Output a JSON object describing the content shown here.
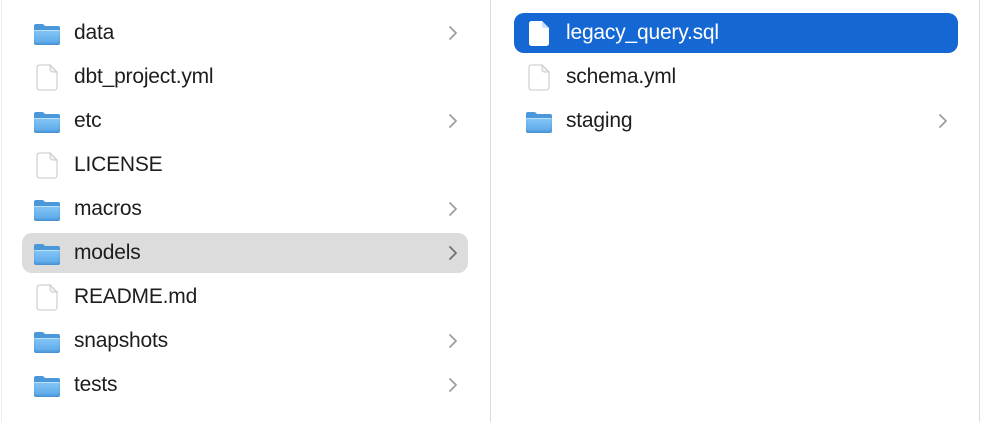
{
  "window": {
    "view_mode": "column-view"
  },
  "columns": [
    {
      "name": "left-column",
      "items": [
        {
          "label": "data",
          "type": "folder",
          "chevron": true,
          "selected": false
        },
        {
          "label": "dbt_project.yml",
          "type": "file",
          "chevron": false,
          "selected": false
        },
        {
          "label": "etc",
          "type": "folder",
          "chevron": true,
          "selected": false
        },
        {
          "label": "LICENSE",
          "type": "file",
          "chevron": false,
          "selected": false
        },
        {
          "label": "macros",
          "type": "folder",
          "chevron": true,
          "selected": false
        },
        {
          "label": "models",
          "type": "folder",
          "chevron": true,
          "selected": true,
          "selection_style": "inactive"
        },
        {
          "label": "README.md",
          "type": "file",
          "chevron": false,
          "selected": false
        },
        {
          "label": "snapshots",
          "type": "folder",
          "chevron": true,
          "selected": false
        },
        {
          "label": "tests",
          "type": "folder",
          "chevron": true,
          "selected": false
        }
      ]
    },
    {
      "name": "right-column",
      "items": [
        {
          "label": "legacy_query.sql",
          "type": "file",
          "chevron": false,
          "selected": true,
          "selection_style": "active"
        },
        {
          "label": "schema.yml",
          "type": "file",
          "chevron": false,
          "selected": false
        },
        {
          "label": "staging",
          "type": "folder",
          "chevron": true,
          "selected": false
        }
      ]
    }
  ],
  "colors": {
    "selection_active_bg": "#1567d3",
    "selection_inactive_bg": "#dcdcdc",
    "text_color": "#1d1d1f",
    "selected_text_color": "#ffffff",
    "divider_color": "#dadada",
    "folder_blue": "#5aa8e8",
    "chevron_color": "#9e9e9e"
  }
}
